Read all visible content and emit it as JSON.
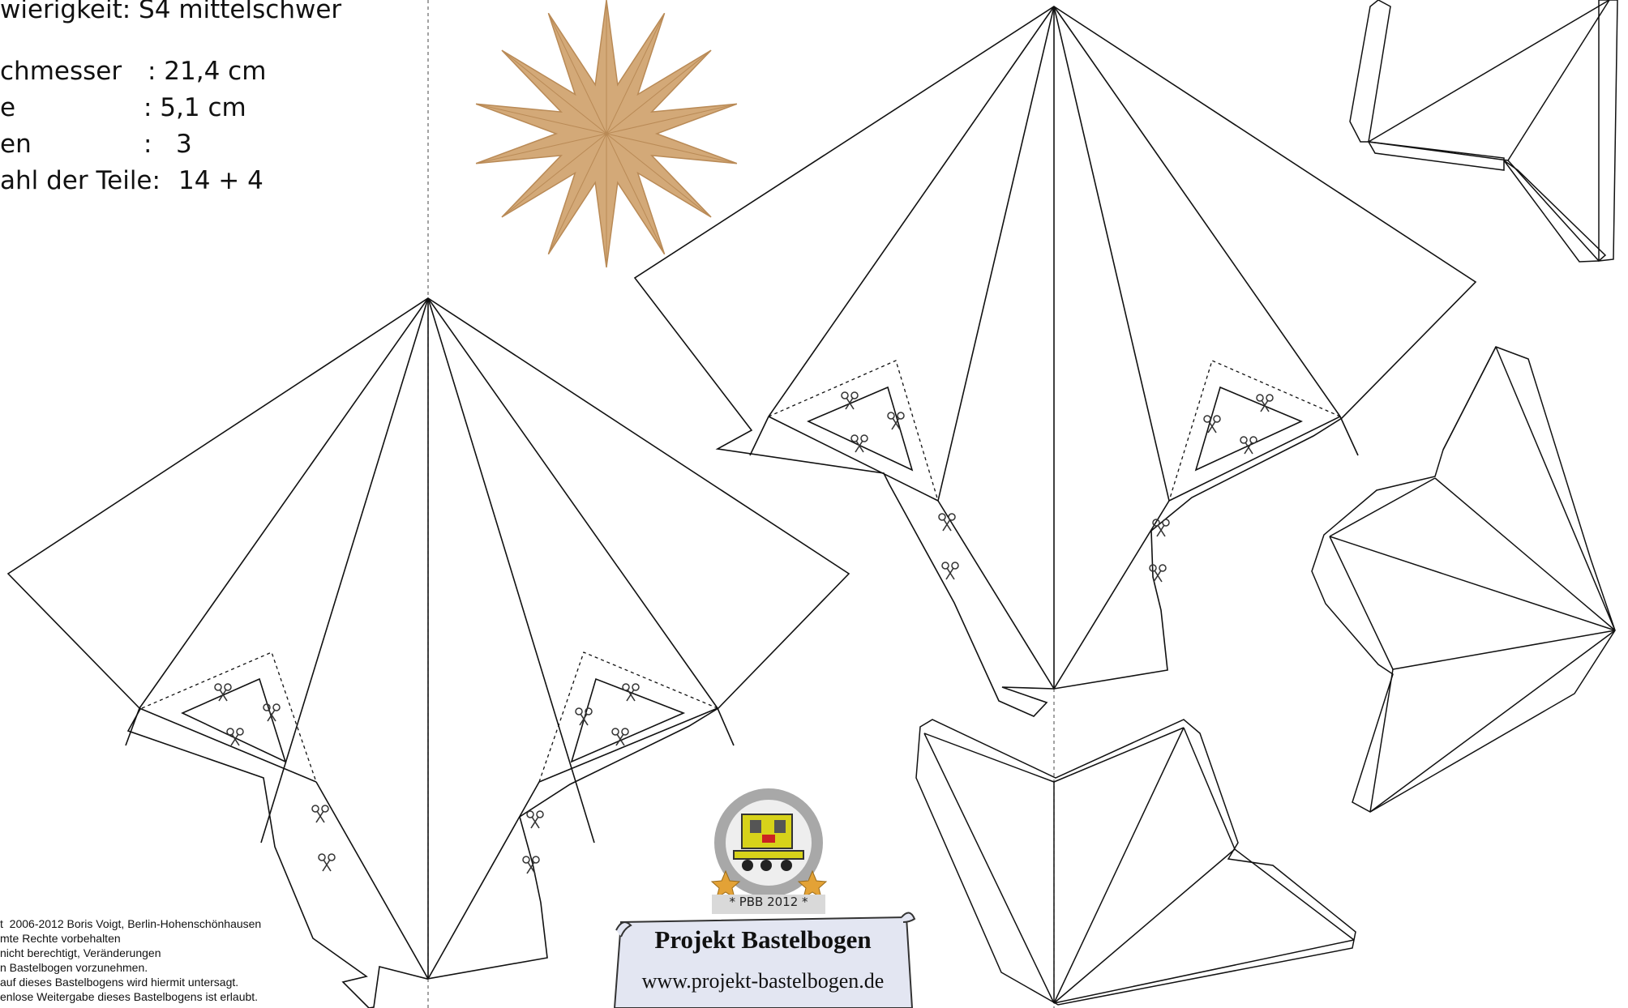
{
  "info": {
    "difficulty": "wierigkeit: S4 mittelschwer",
    "rows": [
      {
        "label": "chmesser",
        "value": ": 21,4 cm"
      },
      {
        "label": "e",
        "value": ": 5,1 cm"
      },
      {
        "label": "en",
        "value": ":   3"
      },
      {
        "label": "ahl der Teile:",
        "value": "14 + 4"
      }
    ]
  },
  "copyright": [
    "t  2006-2012 Boris Voigt, Berlin-Hohenschönhausen",
    "mte Rechte vorbehalten",
    "nicht berechtigt, Veränderungen",
    "n Bastelbogen vorzunehmen.",
    "auf dieses Bastelbogens wird hiermit untersagt.",
    "enlose Weitergabe dieses Bastelbogens ist erlaubt."
  ],
  "logo": {
    "badge": "* PBB 2012 *",
    "title": "Projekt Bastelbogen",
    "url": "www.projekt-bastelbogen.de"
  },
  "colors": {
    "line": "#111111",
    "star": "#d3a978",
    "star_shadow": "#b98a56",
    "badge_ring": "#a8a8a8",
    "loco_body": "#d7d21a",
    "scroll_fill": "#e3e6f2",
    "scroll_border": "#333333"
  }
}
